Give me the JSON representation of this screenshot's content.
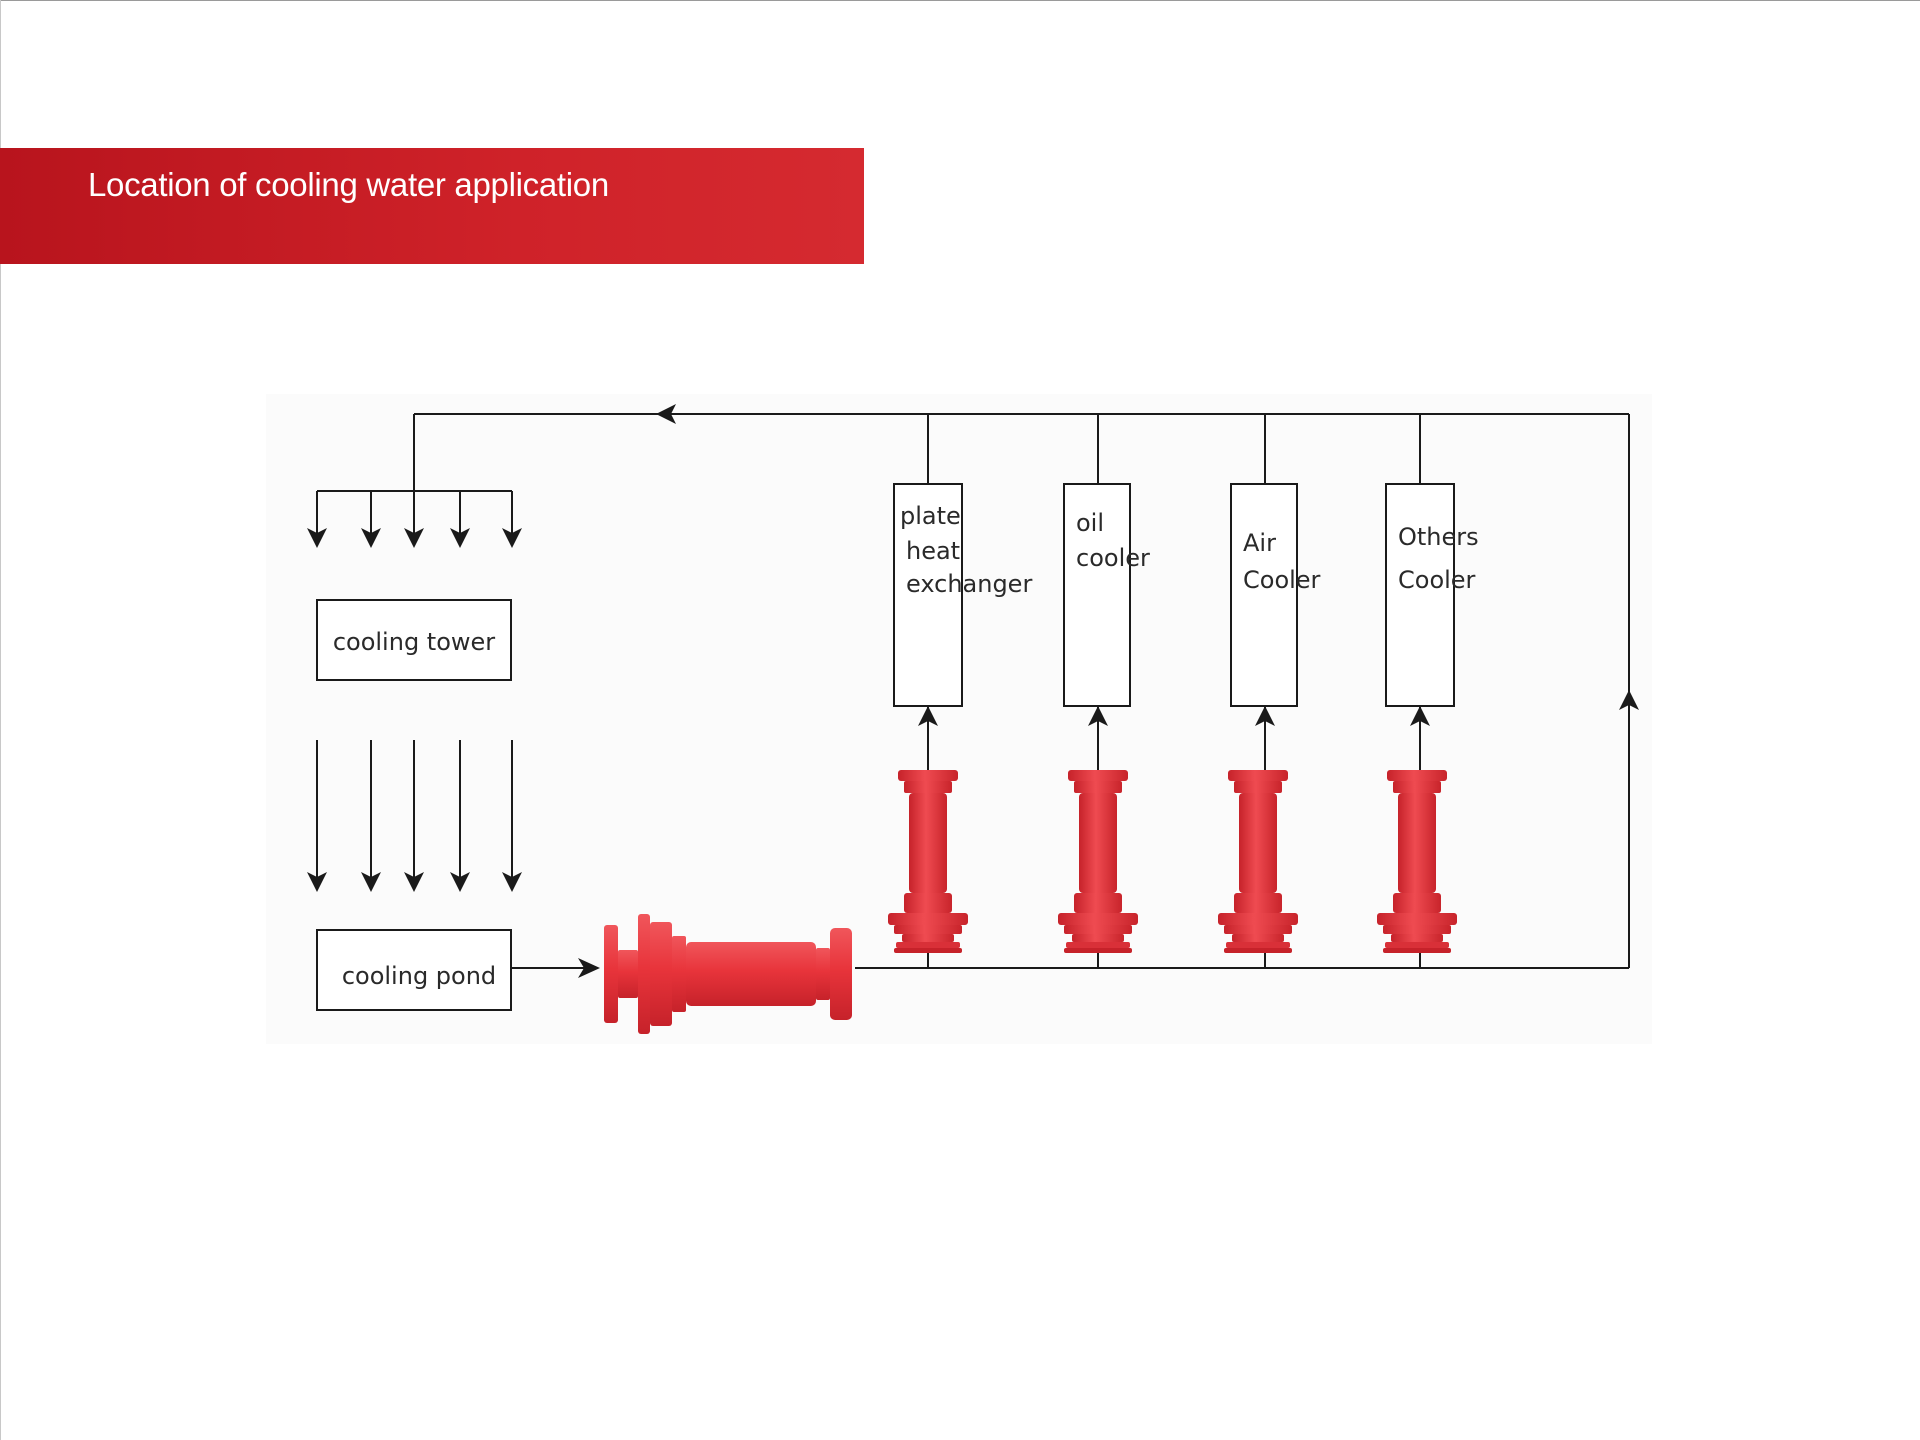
{
  "slide": {
    "title": "Location of cooling water application"
  },
  "diagram": {
    "cooling_tower_label": "cooling tower",
    "cooling_pond_label": "cooling pond",
    "coolers": [
      {
        "lines": [
          "plate",
          "heat",
          "exchanger"
        ]
      },
      {
        "lines": [
          "oil",
          "cooler"
        ]
      },
      {
        "lines": [
          "Air",
          "Cooler"
        ]
      },
      {
        "lines": [
          "Others",
          "Cooler"
        ]
      }
    ],
    "colors": {
      "banner_red": "#c91c24",
      "device_red": "#e8343b",
      "line": "#1a1a1a"
    },
    "icons": {
      "horizontal_device": "red-flanged-water-processor-horizontal",
      "vertical_device": "red-flanged-water-processor-vertical"
    }
  }
}
